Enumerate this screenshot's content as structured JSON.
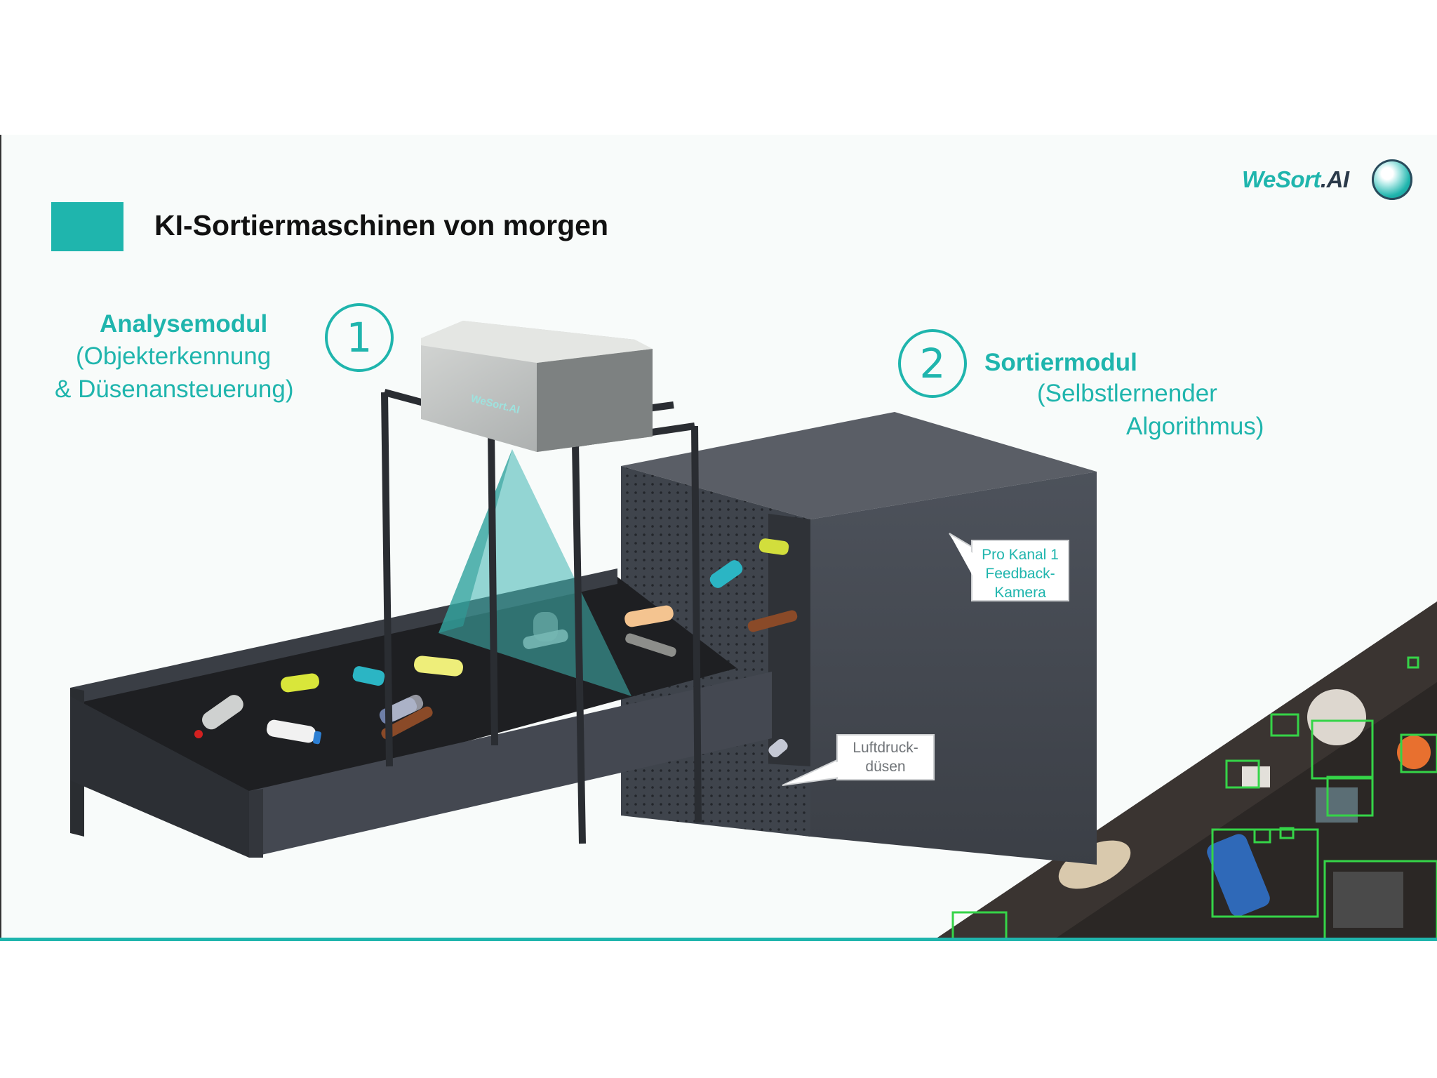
{
  "slide": {
    "title": "KI-Sortiermaschinen von morgen",
    "logo": {
      "brand": "WeSort",
      "suffix": ".AI"
    },
    "accent_color": "#1fb5ad"
  },
  "module1": {
    "number": "1",
    "title": "Analysemodul",
    "subtitle_line1": "(Objekterkennung",
    "subtitle_line2": "& Düsenansteuerung)"
  },
  "module2": {
    "number": "2",
    "title": "Sortiermodul",
    "subtitle_line1": "(Selbstlernender",
    "subtitle_line2": "Algorithmus)"
  },
  "callouts": {
    "feedback_line1": "Pro Kanal 1",
    "feedback_line2": "Feedback-",
    "feedback_line3": "Kamera",
    "nozzle_line1": "Luftdruck-",
    "nozzle_line2": "düsen"
  },
  "machine": {
    "camera_box_label": "WeSort.AI"
  }
}
